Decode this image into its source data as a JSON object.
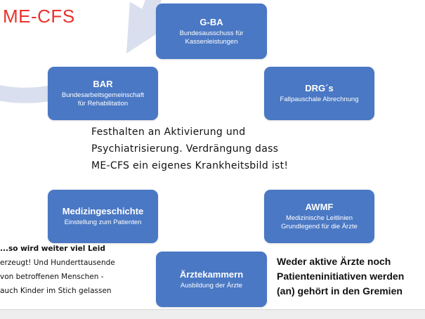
{
  "title": "ME-CFS",
  "nodes": [
    {
      "id": "gba",
      "title": "G-BA",
      "lines": [
        "Bundesausschuss für",
        "Kassenleistungen"
      ]
    },
    {
      "id": "drg",
      "title": "DRG´s",
      "lines": [
        "Fallpauschale Abrechnung"
      ]
    },
    {
      "id": "awmf",
      "title": "AWMF",
      "lines": [
        "Medizinische Leitlinien",
        "Grundlegend für die Ärzte"
      ]
    },
    {
      "id": "aerztekammern",
      "title": "Ärztekammern",
      "lines": [
        "Ausbildung der Ärzte"
      ]
    },
    {
      "id": "medizingeschichte",
      "title": "Medizingeschichte",
      "lines": [
        "Einstellung zum Patienten"
      ]
    },
    {
      "id": "bar",
      "title": "BAR",
      "lines": [
        "Bundesarbeitsgemeinschaft",
        "für Rehabilitation"
      ]
    }
  ],
  "center_text": [
    "Festhalten an Aktivierung und",
    "Psychiatrisierung. Verdrängung dass",
    "ME-CFS ein eigenes Krankheitsbild ist!"
  ],
  "note_left": [
    "...so wird weiter viel Leid",
    "erzeugt! Und Hunderttausende",
    "von betroffenen Menschen -",
    "auch Kinder im Stich gelassen"
  ],
  "note_right": [
    "Weder aktive Ärzte noch",
    "Patienteninitiativen werden",
    "(an) gehört in den Gremien"
  ],
  "colors": {
    "box": "#4a78c4",
    "arrow": "#d9dfee",
    "title": "#e8322e"
  }
}
